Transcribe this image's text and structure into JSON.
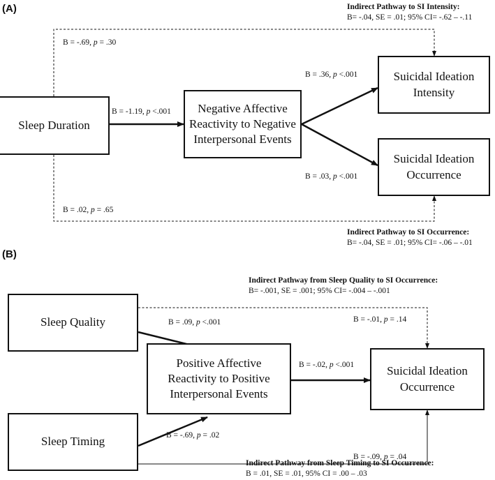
{
  "panel_a": {
    "label": "(A)",
    "boxes": {
      "predictor": "Sleep Duration",
      "mediator": [
        "Negative Affective",
        "Reactivity to Negative",
        "Interpersonal Events"
      ],
      "outcome_intensity": [
        "Suicidal Ideation",
        "Intensity"
      ],
      "outcome_occurrence": [
        "Suicidal Ideation",
        "Occurrence"
      ]
    },
    "paths": {
      "direct_intensity": "B = -.69, p = .30",
      "a_path": "B = -1.19, p <.001",
      "b_intensity": "B = .36, p <.001",
      "b_occurrence": "B = .03, p <.001",
      "direct_occurrence": "B = .02, p = .65"
    },
    "notes": {
      "intensity_title": "Indirect Pathway to SI Intensity:",
      "intensity_stats": "B= -.04, SE = .01; 95% CI= -.62 – -.11",
      "occurrence_title": "Indirect Pathway to SI Occurrence:",
      "occurrence_stats": "B= -.04, SE = .01; 95% CI= -.06 – -.01"
    }
  },
  "panel_b": {
    "label": "(B)",
    "boxes": {
      "predictor_quality": "Sleep Quality",
      "predictor_timing": "Sleep Timing",
      "mediator": [
        "Positive Affective",
        "Reactivity to Positive",
        "Interpersonal Events"
      ],
      "outcome": [
        "Suicidal Ideation",
        "Occurrence"
      ]
    },
    "paths": {
      "a_quality": "B = .09, p <.001",
      "a_timing": "B = -.69, p = .02",
      "b_path": "B = -.02, p <.001",
      "direct_quality": "B = -.01, p = .14",
      "direct_timing": "B = -.09, p = .04"
    },
    "notes": {
      "quality_title": "Indirect Pathway from Sleep Quality to SI Occurrence:",
      "quality_stats": "B= -.001, SE = .001; 95% CI= -.004 – -.001",
      "timing_title": "Indirect Pathway from Sleep Timing to SI Occurrence:",
      "timing_stats": "B = .01, SE = .01, 95% CI = .00 – .03"
    }
  }
}
